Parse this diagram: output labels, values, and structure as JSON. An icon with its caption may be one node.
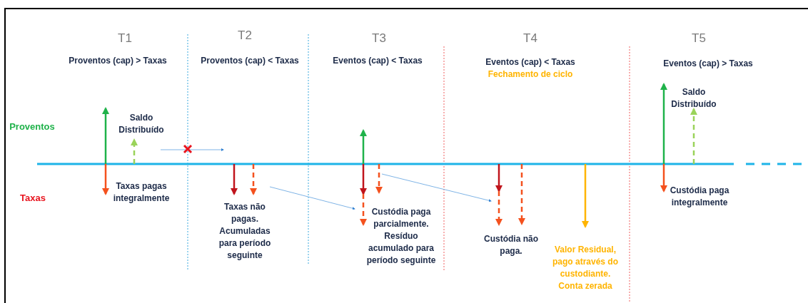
{
  "diagram": {
    "labels": [
      "T1",
      "Proventos (cap) > Taxas",
      "Saldo Distribuído",
      "Taxas pagas integralmente",
      "T2",
      "Proventos (cap) < Taxas",
      "Taxas não pagas. Acumuladas para período seguinte",
      "T3",
      "Eventos (cap) < Taxas",
      "Custódia paga parcialmente. Resíduo acumulado para período seguinte",
      "T4",
      "Eventos (cap) < Taxas",
      "Fechamento de ciclo",
      "Custódia não paga.",
      "Valor Residual, pago através do custodiante. Conta zerada",
      "T5",
      "Eventos (cap) > Taxas",
      "Saldo Distribuído",
      "Custódia paga integralmente",
      "Proventos",
      "Taxas"
    ]
  }
}
